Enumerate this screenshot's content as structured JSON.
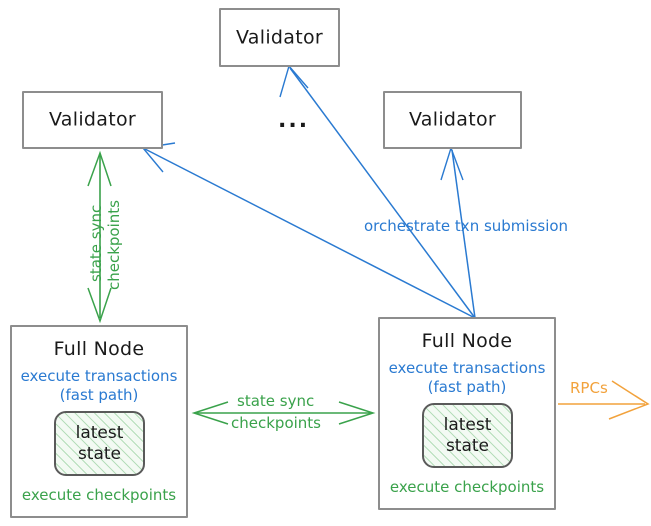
{
  "diagram": {
    "title": "Sui network topology: validators and full nodes",
    "colors": {
      "box_border": "#8d8d8d",
      "text": "#1a1a1a",
      "blue": "#2a7ad1",
      "green": "#3aa24b",
      "orange": "#f2a23c",
      "state_chip_border": "#5a5a5a",
      "state_chip_fill": "#f3faf3"
    },
    "nodes": {
      "validator_top": {
        "label": "Validator"
      },
      "validator_left": {
        "label": "Validator"
      },
      "validator_right": {
        "label": "Validator"
      },
      "ellipsis": {
        "label": "..."
      },
      "fullnode_left": {
        "title": "Full Node",
        "blue_line1": "execute transactions",
        "blue_line2": "(fast path)",
        "state_line1": "latest",
        "state_line2": "state",
        "green_line": "execute checkpoints"
      },
      "fullnode_right": {
        "title": "Full Node",
        "blue_line1": "execute transactions",
        "blue_line2": "(fast path)",
        "state_line1": "latest",
        "state_line2": "state",
        "green_line": "execute checkpoints"
      }
    },
    "edges": {
      "validator_left_to_fullnode_left": {
        "label_line1": "state sync",
        "label_line2": "checkpoints",
        "color": "#3aa24b",
        "direction": "bidirectional",
        "orientation": "vertical"
      },
      "fullnode_left_to_fullnode_right": {
        "label_line1": "state sync",
        "label_line2": "checkpoints",
        "color": "#3aa24b",
        "direction": "bidirectional",
        "orientation": "horizontal"
      },
      "fullnode_right_to_validators": {
        "label": "orchestrate txn submission",
        "color": "#2a7ad1",
        "direction": "outgoing",
        "targets": [
          "validator_left",
          "validator_top",
          "validator_right"
        ]
      },
      "fullnode_right_to_clients": {
        "label": "RPCs",
        "color": "#f2a23c",
        "direction": "outgoing"
      }
    }
  }
}
